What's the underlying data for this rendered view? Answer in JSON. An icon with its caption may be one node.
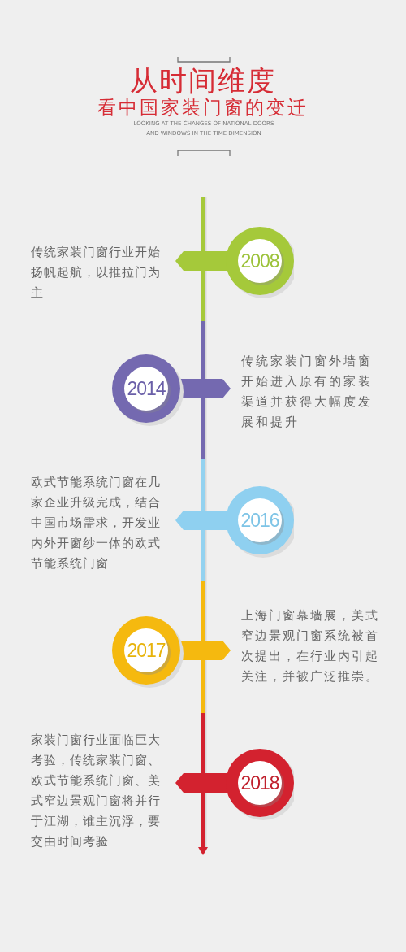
{
  "diagram": {
    "title": "从时间维度",
    "nodes": [
      {
        "text": [
          "2008"
        ],
        "beside": [
          "传统家装门窗行业开始扬帆起航，以推拉门为主"
        ]
      },
      {
        "text": [
          "2014"
        ],
        "beside": [
          "传统家装门窗外墙窗开始进入原有的家装渠道并获得大幅度发展和提升"
        ]
      },
      {
        "text": [
          "2016"
        ],
        "beside": [
          "欧式节能系统门窗在几家企业升级完成，结合中国市场需求，开发业内外开窗纱一体的欧式节能系统门窗"
        ]
      },
      {
        "text": [
          "2017"
        ],
        "beside": [
          "上海门窗幕墙展，美式窄边景观门窗系统被首次提出，在行业内引起关注，并被广泛推崇。"
        ]
      },
      {
        "text": [
          "2018"
        ],
        "beside": [
          "家装门窗行业面临巨大考验，传统家装门窗、欧式节能系统门窗、美式窄边景观门窗将并行于江湖，谁主沉浮，要交由时间考验"
        ]
      }
    ],
    "labels": [
      "看中国家装门窗的变迁",
      "LOOKING AT THE CHANGES OF NATIONAL DOORS AND WINDOWS IN THE TIME DIMENSION"
    ]
  }
}
